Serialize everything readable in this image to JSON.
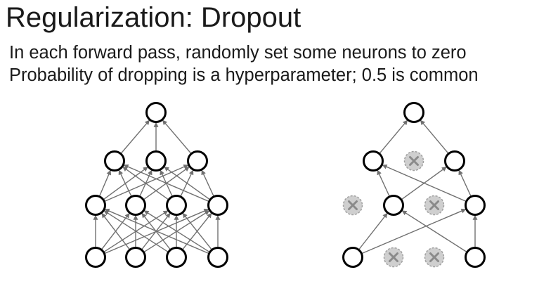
{
  "slide": {
    "title": "Regularization: Dropout",
    "bullets": [
      "In each forward pass, randomly set some neurons to zero",
      "Probability of dropping is a hyperparameter; 0.5 is common"
    ]
  },
  "networks": [
    {
      "id": "full-network",
      "layers": [
        {
          "name": "input",
          "nodes": [
            {
              "dropped": false
            },
            {
              "dropped": false
            },
            {
              "dropped": false
            },
            {
              "dropped": false
            }
          ]
        },
        {
          "name": "hidden-1",
          "nodes": [
            {
              "dropped": false
            },
            {
              "dropped": false
            },
            {
              "dropped": false
            },
            {
              "dropped": false
            }
          ]
        },
        {
          "name": "hidden-2",
          "nodes": [
            {
              "dropped": false
            },
            {
              "dropped": false
            },
            {
              "dropped": false
            }
          ]
        },
        {
          "name": "output",
          "nodes": [
            {
              "dropped": false
            }
          ]
        }
      ]
    },
    {
      "id": "dropout-network",
      "layers": [
        {
          "name": "input",
          "nodes": [
            {
              "dropped": false
            },
            {
              "dropped": true
            },
            {
              "dropped": true
            },
            {
              "dropped": false
            }
          ]
        },
        {
          "name": "hidden-1",
          "nodes": [
            {
              "dropped": true
            },
            {
              "dropped": false
            },
            {
              "dropped": true
            },
            {
              "dropped": false
            }
          ]
        },
        {
          "name": "hidden-2",
          "nodes": [
            {
              "dropped": false
            },
            {
              "dropped": true
            },
            {
              "dropped": false
            }
          ]
        },
        {
          "name": "output",
          "nodes": [
            {
              "dropped": false
            }
          ]
        }
      ]
    }
  ],
  "colors": {
    "node_stroke": "#000000",
    "edge": "#707070",
    "dropped_fill": "#cfcfcf",
    "dropped_stroke": "#a0a0a0",
    "dropped_x": "#8a8a8a"
  }
}
